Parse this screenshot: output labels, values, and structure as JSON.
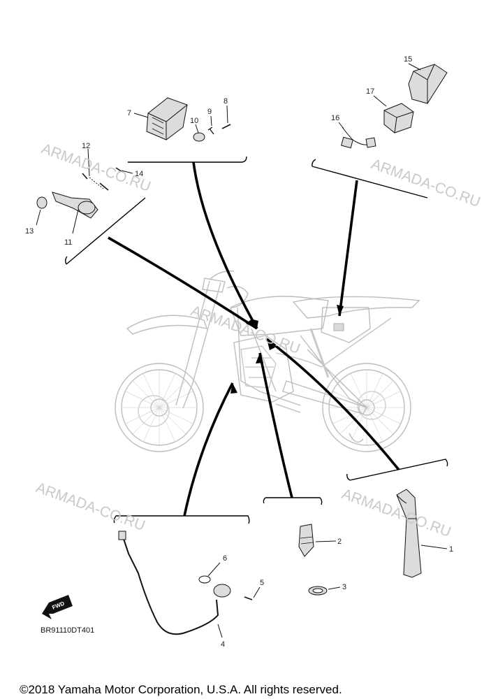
{
  "callouts": {
    "p1": "1",
    "p2": "2",
    "p3": "3",
    "p4": "4",
    "p5": "5",
    "p6": "6",
    "p7": "7",
    "p8": "8",
    "p9": "9",
    "p10": "10",
    "p11": "11",
    "p12": "12",
    "p13": "13",
    "p14": "14",
    "p15": "15",
    "p16": "16",
    "p17": "17"
  },
  "watermark": "ARMADA-CO.RU",
  "diagram_code": "BR91110DT401",
  "fwd_label": "FWD",
  "copyright": "©2018 Yamaha Motor Corporation, U.S.A. All rights reserved."
}
